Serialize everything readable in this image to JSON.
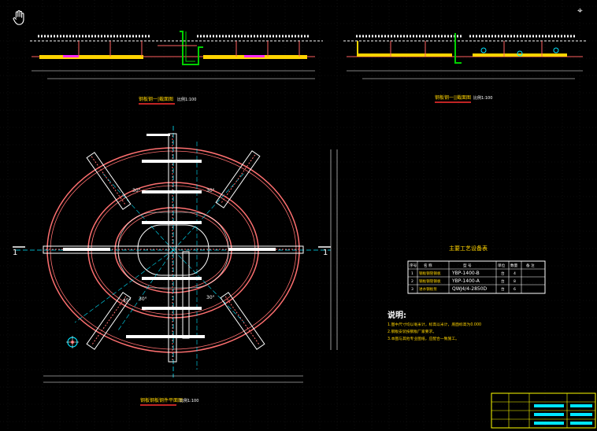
{
  "drawing": {
    "section1_title": "钢板钢一|截面图",
    "section1_scale": "比例1:100",
    "section2_title": "钢板钢一||截面图",
    "section2_scale": "比例1:100",
    "plan_title": "钢板钢板钢件平面图",
    "plan_scale": "比例1:100",
    "cut_label_left": "1",
    "cut_label_right": "1",
    "angle_labels": [
      "30°",
      "30°",
      "45°",
      "30°",
      "30°"
    ]
  },
  "table": {
    "title": "主要工艺设备表",
    "headers": [
      "序号",
      "名  称",
      "型  号",
      "单位",
      "数量",
      "备  注"
    ],
    "rows": [
      {
        "no": "1",
        "name": "钢板钢管钢板",
        "model": "YBP-1400-B",
        "unit": "台",
        "qty": "4",
        "note": ""
      },
      {
        "no": "2",
        "name": "钢板钢管钢板",
        "model": "YBP-1400-A",
        "unit": "台",
        "qty": "8",
        "note": ""
      },
      {
        "no": "3",
        "name": "进水钢板泵",
        "model": "QWJ4/4-2850D",
        "unit": "台",
        "qty": "6",
        "note": ""
      }
    ]
  },
  "notes": {
    "heading": "说明:",
    "lines": [
      "1.图中尺寸均以毫米计，标高以米计，底面标高为0.000",
      "2.钢板安装按钢板厂家要求。",
      "3.本图与其他专业图纸，应配合一致施工。"
    ]
  },
  "colors": {
    "ring": "#ff7070",
    "axis": "#00e5ff",
    "pipe": "#ffffff",
    "yellow": "#ffd400",
    "green": "#00d000",
    "magenta": "#ff2aff",
    "frame": "#ffff00"
  }
}
